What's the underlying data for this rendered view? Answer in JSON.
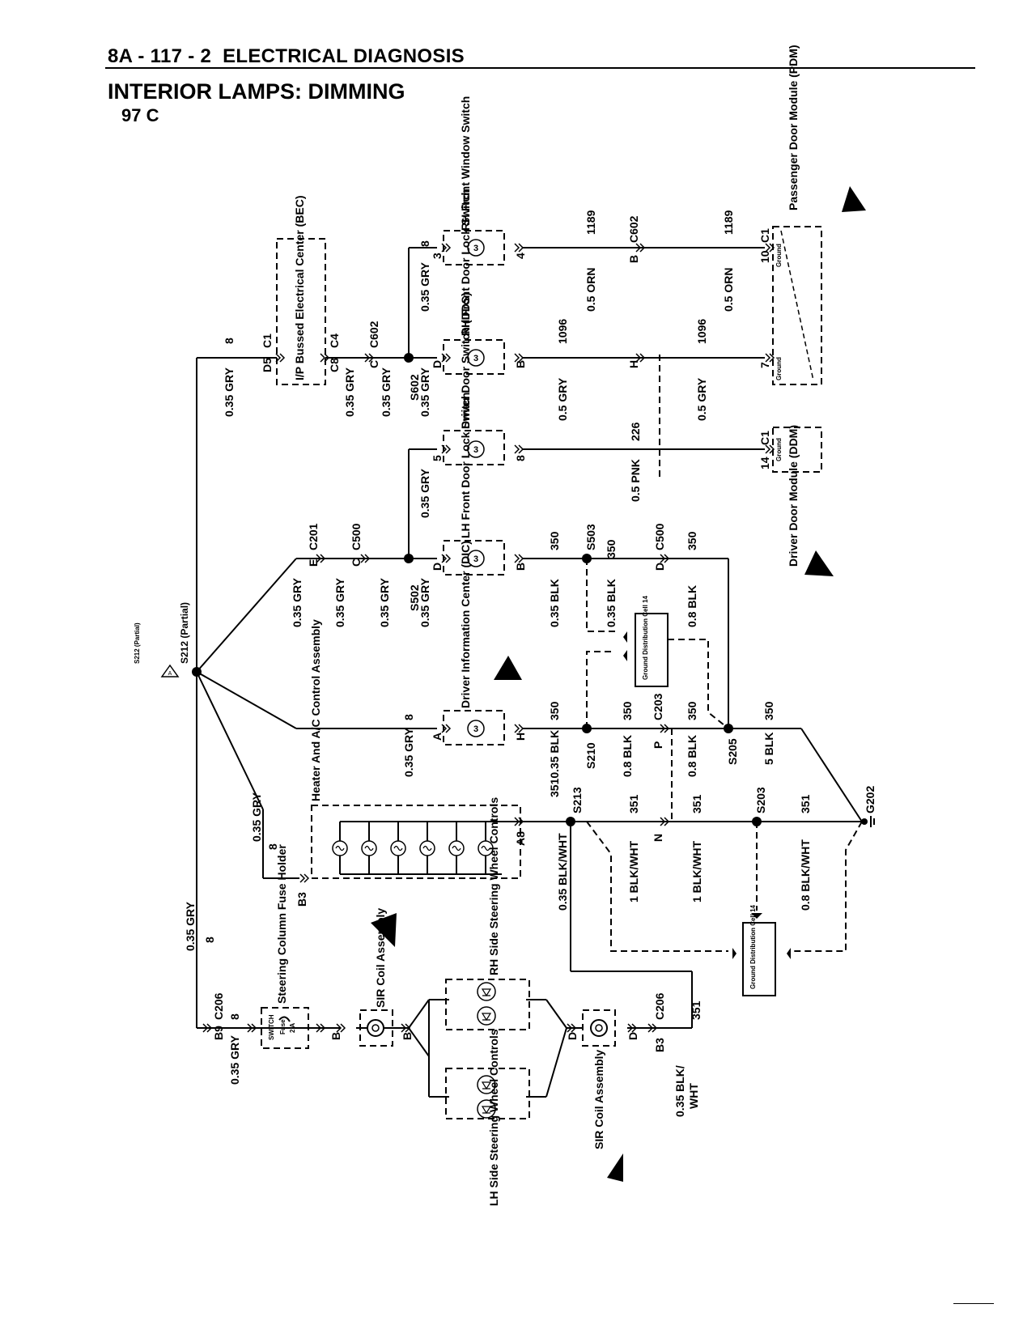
{
  "header": {
    "page_number": "8A - 117 - 2",
    "section": "ELECTRICAL DIAGNOSIS",
    "title": "INTERIOR LAMPS: DIMMING",
    "model": "97 C"
  },
  "components": {
    "bec": "I/P Bussed Electrical Center (BEC)",
    "rh_window_switch": "RH Front Window Switch",
    "rh_door_lock_switch": "RH Front Door Lock Switch",
    "driver_door_switch": "Driver Door Switch (DDS)",
    "lh_door_lock_switch": "LH Front Door Lock Switch",
    "dic": "Driver Information Center (DIC)",
    "hvac": "Heater And A/C Control Assembly",
    "pdm": "Passenger Door Module (PDM)",
    "ddm": "Driver Door Module (DDM)",
    "ground_dist": "Ground Distribution Cell 14",
    "fuse_holder": "Steering Column Fuse Holder",
    "fuse_switch": "SWITCH",
    "fuse_label": "Fuse",
    "fuse_rating": "2 A",
    "sir_coil": "SIR Coil Assembly",
    "rh_controls": "RH Side Steering Wheel Controls",
    "lh_controls": "LH Side Steering Wheel Controls",
    "ground_word": "Ground"
  },
  "splices": {
    "s212": "S212 (Partial)",
    "s212_small": "S212 (Partial)",
    "s602": "S602",
    "s502": "S502",
    "s503": "S503",
    "s210": "S210",
    "s213": "S213",
    "s205": "S205",
    "s203": "S203",
    "g202": "G202"
  },
  "connectors": {
    "c1": "C1",
    "c4": "C4",
    "c602": "C602",
    "c201": "C201",
    "c500": "C500",
    "c203": "C203",
    "c206": "C206",
    "d5": "D5",
    "c8": "C8",
    "b9": "B9",
    "b3": "B3",
    "a8": "A8",
    "e": "E",
    "c": "C",
    "d": "D",
    "b": "B",
    "a": "A",
    "h": "H",
    "p": "P",
    "n": "N",
    "pin3": "3",
    "pin4": "4",
    "pin5": "5",
    "pin8": "8",
    "pin7": "7",
    "pin10": "10",
    "pin14": "14"
  },
  "wires": {
    "gry035": "0.35 GRY",
    "gry05": "0.5 GRY",
    "orn05": "0.5 ORN",
    "pnk05": "0.5 PNK",
    "blk035": "0.35 BLK",
    "blk08": "0.8 BLK",
    "blk5": "5 BLK",
    "blkwht035": "0.35 BLK/WHT",
    "blkwht1": "1 BLK/WHT",
    "blkwht08": "0.8 BLK/WHT",
    "blkwht035_a": "0.35 BLK/",
    "blkwht035_b": "WHT",
    "c8": "8",
    "c1096": "1096",
    "c1189": "1189",
    "c226": "226",
    "c350": "350",
    "c351": "351",
    "c3510": "3510.35 BLK"
  },
  "icons": {
    "warning_marker": "A"
  }
}
